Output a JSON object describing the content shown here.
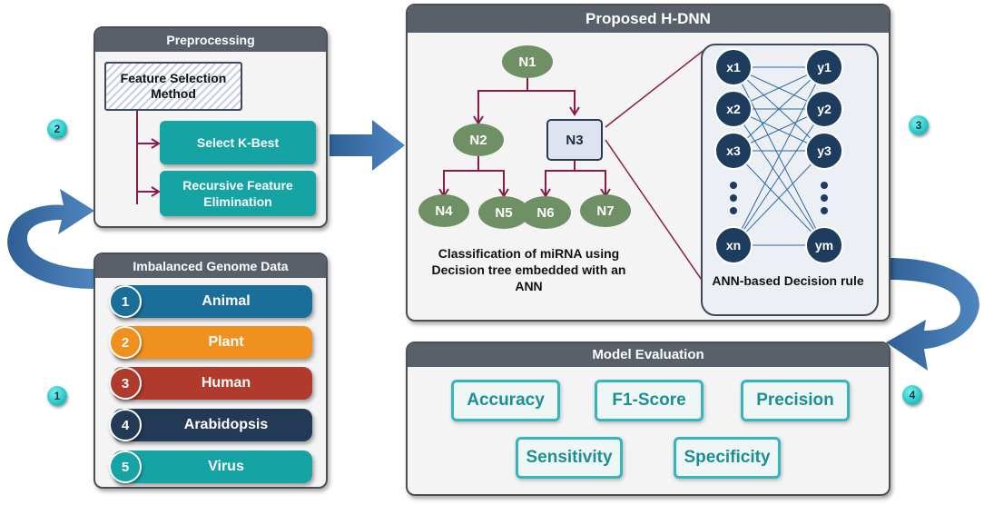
{
  "preprocessing": {
    "title": "Preprocessing",
    "method_label": "Feature Selection Method",
    "options": [
      "Select K-Best",
      "Recursive Feature Elimination"
    ]
  },
  "genome": {
    "title": "Imbalanced Genome Data",
    "items": [
      {
        "num": "1",
        "label": "Animal",
        "color": "#1a6f9a"
      },
      {
        "num": "2",
        "label": "Plant",
        "color": "#f0901e"
      },
      {
        "num": "3",
        "label": "Human",
        "color": "#b03a2c"
      },
      {
        "num": "4",
        "label": "Arabidopsis",
        "color": "#223a55"
      },
      {
        "num": "5",
        "label": "Virus",
        "color": "#15a3a3"
      }
    ]
  },
  "hdnn": {
    "title": "Proposed H-DNN",
    "tree_nodes": [
      "N1",
      "N2",
      "N3",
      "N4",
      "N5",
      "N6",
      "N7"
    ],
    "tree_caption": "Classification of miRNA using Decision tree embedded with an ANN",
    "ann_inputs": [
      "x1",
      "x2",
      "x3",
      "xn"
    ],
    "ann_outputs": [
      "y1",
      "y2",
      "y3",
      "ym"
    ],
    "ann_caption": "ANN-based Decision rule"
  },
  "evaluation": {
    "title": "Model Evaluation",
    "metrics": [
      "Accuracy",
      "F1-Score",
      "Precision",
      "Sensitivity",
      "Specificity"
    ]
  },
  "steps": [
    "1",
    "2",
    "3",
    "4"
  ],
  "colors": {
    "teal": "#15a3a3",
    "header": "#5a606a",
    "node_green": "#6f8f64",
    "ann_node": "#1d3c5e",
    "arrow_blue": "#3a6ea5",
    "connector": "#8b1a4a"
  }
}
